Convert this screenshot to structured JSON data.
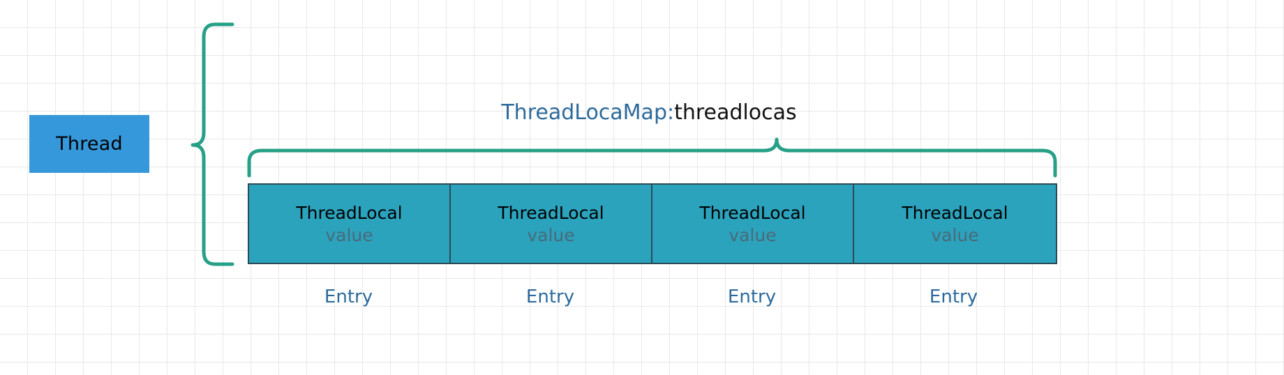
{
  "diagram": {
    "thread": {
      "label": "Thread"
    },
    "map_title": {
      "type_label": "ThreadLocaMap:",
      "field_label": "threadlocas"
    },
    "table": {
      "cells": [
        {
          "key": "ThreadLocal",
          "value": "value"
        },
        {
          "key": "ThreadLocal",
          "value": "value"
        },
        {
          "key": "ThreadLocal",
          "value": "value"
        },
        {
          "key": "ThreadLocal",
          "value": "value"
        }
      ]
    },
    "captions": [
      "Entry",
      "Entry",
      "Entry",
      "Entry"
    ],
    "colors": {
      "thread_box": "#3498db",
      "entry_cell": "#2ba3bd",
      "cell_border": "#2b4a57",
      "brace": "#26a086",
      "type_text": "#2c6a9b",
      "value_text": "#4a6a7a",
      "grid": "#e8e8e8"
    }
  }
}
